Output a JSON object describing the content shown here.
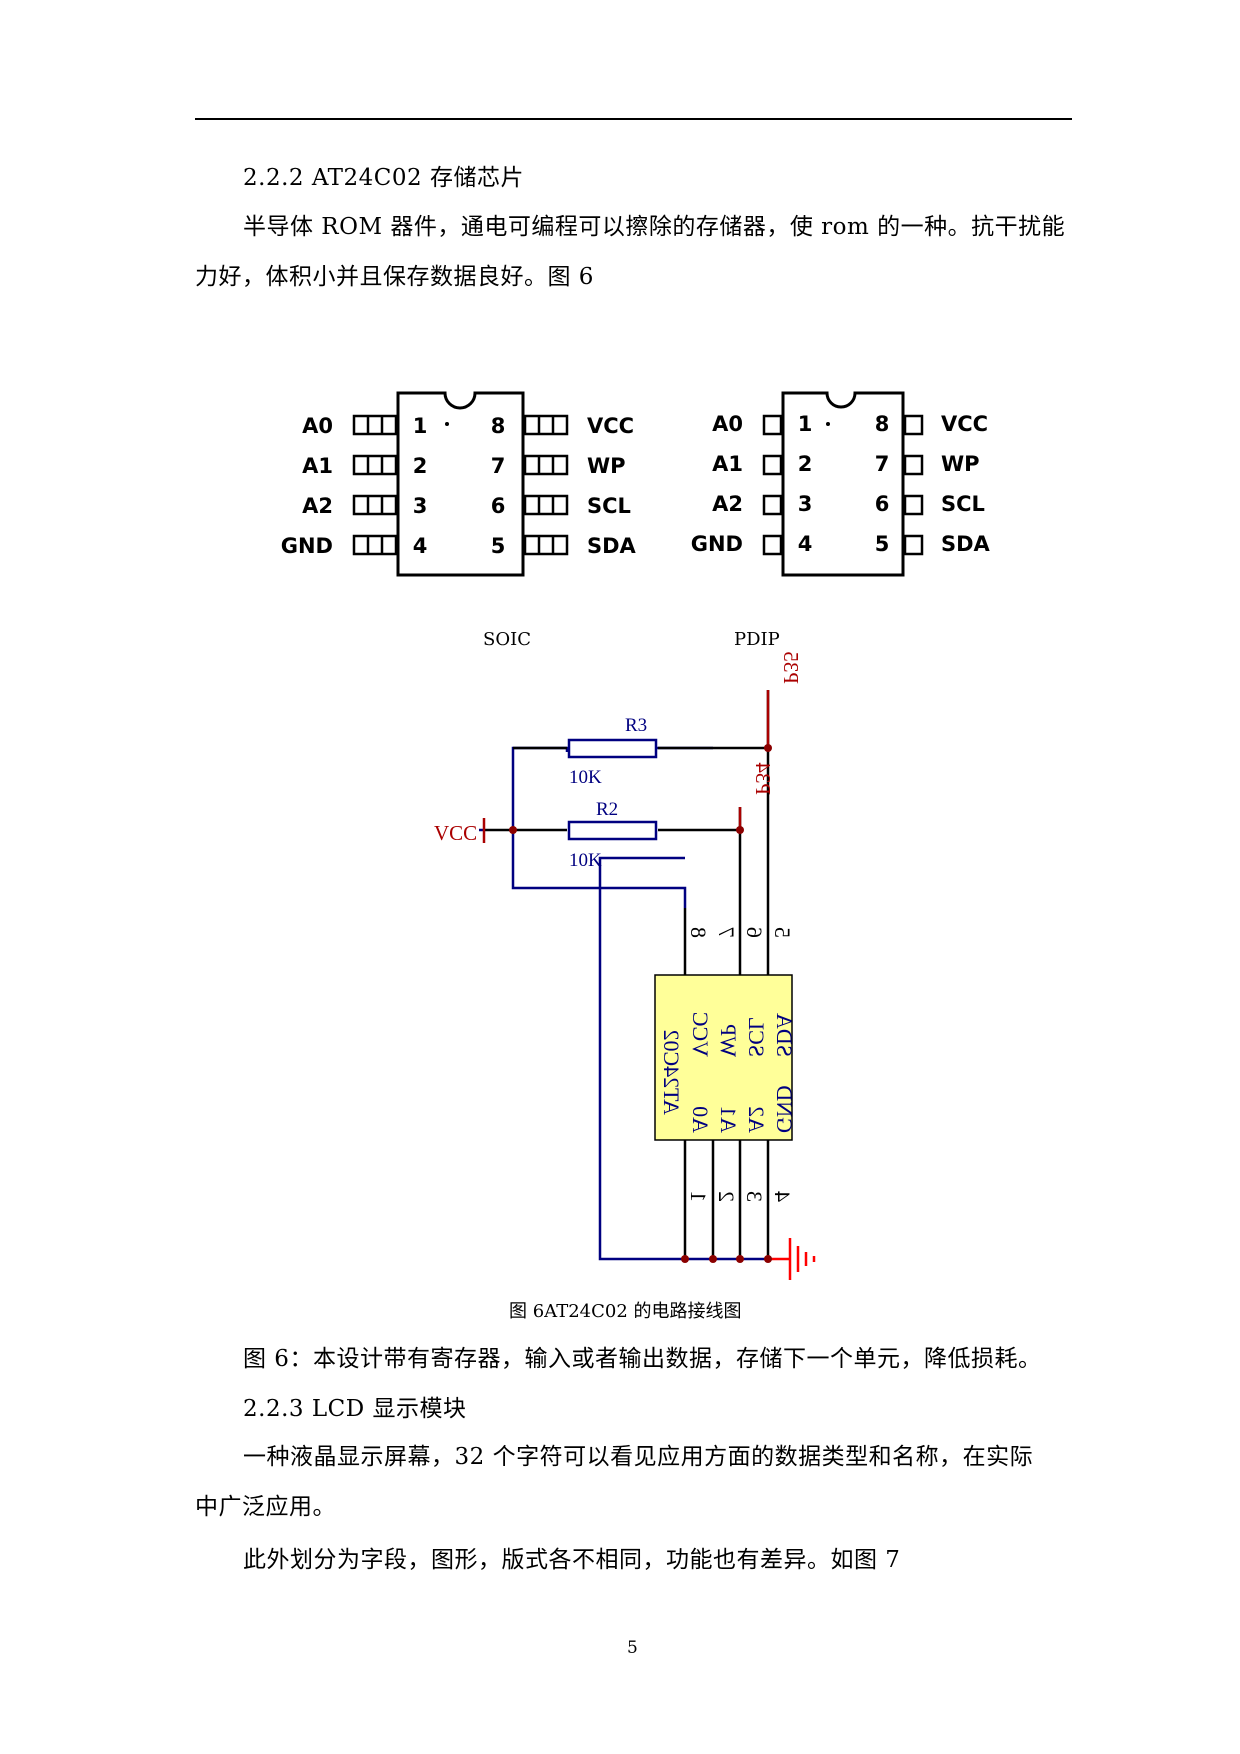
{
  "text": {
    "section_222": "2.2.2 AT24C02 存储芯片",
    "para1_line1": "半导体 ROM 器件，通电可编程可以擦除的存储器，使 rom 的一种。抗干扰能",
    "para1_line2": "力好，体积小并且保存数据良好。图 6",
    "label_soic": "SOIC",
    "label_pdip": "PDIP",
    "fig6_caption": "图 6AT24C02 的电路接线图",
    "fig6_desc": "图 6：本设计带有寄存器，输入或者输出数据，存储下一个单元，降低损耗。",
    "section_223": "2.2.3 LCD 显示模块",
    "para2_line1": "一种液晶显示屏幕，32 个字符可以看见应用方面的数据类型和名称，在实际",
    "para2_line2": "中广泛应用。",
    "para3": "此外划分为字段，图形，版式各不相同，功能也有差异。如图 7",
    "page_number": "5"
  },
  "packages": {
    "left_pins": [
      "A0",
      "A1",
      "A2",
      "GND"
    ],
    "right_pins": [
      "VCC",
      "WP",
      "SCL",
      "SDA"
    ],
    "left_numbers": [
      "1",
      "2",
      "3",
      "4"
    ],
    "right_numbers": [
      "8",
      "7",
      "6",
      "5"
    ]
  },
  "schematic": {
    "chip_name": "AT24C02",
    "pins_top": [
      "VCC",
      "WP",
      "SCL",
      "SDA"
    ],
    "pins_bottom": [
      "A0",
      "A1",
      "A2",
      "GND"
    ],
    "pin_nums_top": [
      "8",
      "7",
      "6",
      "5"
    ],
    "pin_nums_bottom": [
      "1",
      "2",
      "3",
      "4"
    ],
    "r3_label": "R3",
    "r3_value": "10K",
    "r2_label": "R2",
    "r2_value": "10K",
    "vcc_label": "VCC",
    "net_p35": "P35",
    "net_p34": "P34",
    "colors": {
      "wire": "#000080",
      "node": "#8b0000",
      "power": "#aa0000",
      "gnd": "#ff0000",
      "chip_fill": "#ffff99"
    }
  }
}
